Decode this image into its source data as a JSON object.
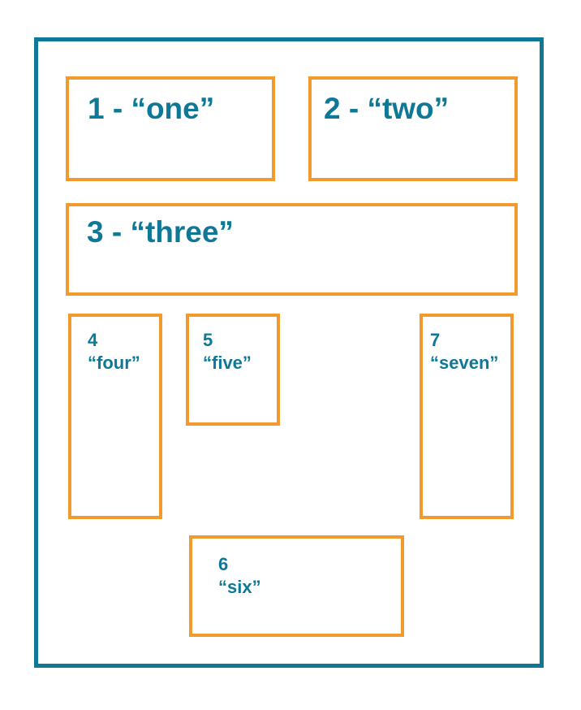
{
  "diagram": {
    "frame_color": "#0e7896",
    "box_color": "#f39a2e",
    "text_color": "#0e7896",
    "boxes": [
      {
        "id": "1",
        "label": "1 - “one”"
      },
      {
        "id": "2",
        "label": "2 - “two”"
      },
      {
        "id": "3",
        "label": "3 - “three”"
      },
      {
        "id": "4",
        "number": "4",
        "word": "“four”"
      },
      {
        "id": "5",
        "number": "5",
        "word": "“five”"
      },
      {
        "id": "7",
        "number": "7",
        "word": "“seven”"
      },
      {
        "id": "6",
        "number": "6",
        "word": "“six”"
      }
    ]
  }
}
